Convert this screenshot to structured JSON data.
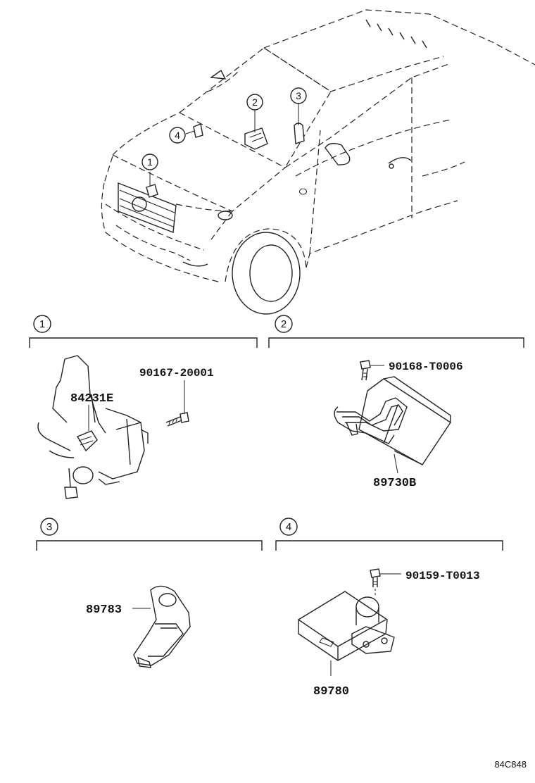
{
  "callouts": {
    "c1": "1",
    "c2": "2",
    "c3": "3",
    "c4": "4"
  },
  "sections": [
    {
      "number": "1",
      "parts": [
        "84231E",
        "90167-20001"
      ]
    },
    {
      "number": "2",
      "parts": [
        "90168-T0006",
        "89730B"
      ]
    },
    {
      "number": "3",
      "parts": [
        "89783"
      ]
    },
    {
      "number": "4",
      "parts": [
        "90159-T0013",
        "89780"
      ]
    }
  ],
  "diagram_code": "84C848"
}
